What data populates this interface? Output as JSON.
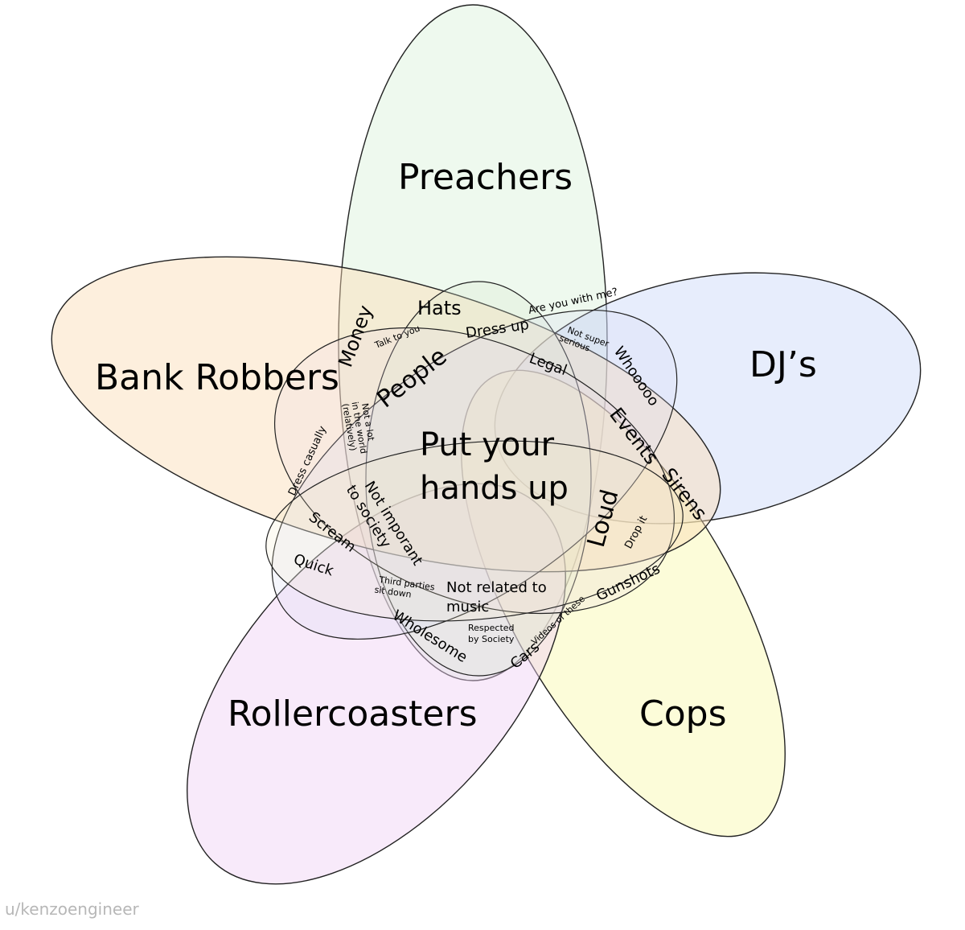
{
  "sets": {
    "preachers": {
      "label": "Preachers",
      "color": "#c9ecc9"
    },
    "djs": {
      "label": "DJ’s",
      "color": "#c5d3f7"
    },
    "cops": {
      "label": "Cops",
      "color": "#fafab4"
    },
    "rollercoasters": {
      "label": "Rollercoasters",
      "color": "#f0d0f3"
    },
    "bank_robbers": {
      "label": "Bank Robbers",
      "color": "#fbdcb3"
    }
  },
  "regions": {
    "center": [
      "Put your",
      "hands up"
    ],
    "hats": "Hats",
    "money": "Money",
    "talk_to_you": "Talk to you",
    "dress_up": "Dress up",
    "are_you_with_me": "Are you with me?",
    "not_super_serious": [
      "Not super",
      "serious"
    ],
    "whooooo": "Whooooo",
    "people": "People",
    "legal": "Legal",
    "not_a_lot": [
      "Not a lot",
      "in the world",
      "(relatively)"
    ],
    "events": "Events",
    "sirens": "Sirens",
    "dress_casually": "Dress casually",
    "not_imporant": [
      "Not imporant",
      "to society"
    ],
    "loud": "Loud",
    "drop_it": "Drop it",
    "scream": "Scream",
    "quick": "Quick",
    "third_parties": [
      "Third parties",
      "sit down"
    ],
    "not_related": [
      "Not related to",
      "music"
    ],
    "gunshots": "Gunshots",
    "videos_of_these": "Videos of these",
    "wholesome": "Wholesome",
    "respected": [
      "Respected",
      "by Society"
    ],
    "cars": "Cars"
  },
  "credit": "u/kenzoengineer"
}
